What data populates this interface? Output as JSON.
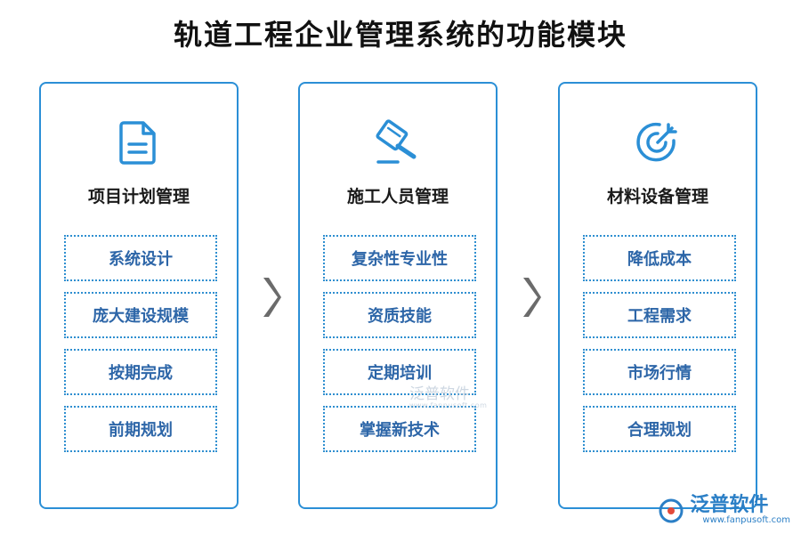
{
  "title": "轨道工程企业管理系统的功能模块",
  "modules": [
    {
      "icon": "document-icon",
      "title": "项目计划管理",
      "items": [
        "系统设计",
        "庞大建设规模",
        "按期完成",
        "前期规划"
      ]
    },
    {
      "icon": "gavel-icon",
      "title": "施工人员管理",
      "items": [
        "复杂性专业性",
        "资质技能",
        "定期培训",
        "掌握新技术"
      ]
    },
    {
      "icon": "target-icon",
      "title": "材料设备管理",
      "items": [
        "降低成本",
        "工程需求",
        "市场行情",
        "合理规划"
      ]
    }
  ],
  "watermark": {
    "text": "泛普软件",
    "url": "www.fanpusoft.com"
  },
  "logo": {
    "text": "泛普软件",
    "url": "www.fanpusoft.com"
  },
  "colors": {
    "border": "#2b8fd6",
    "item_text": "#2d66a8",
    "arrow": "#6b6b6b"
  }
}
